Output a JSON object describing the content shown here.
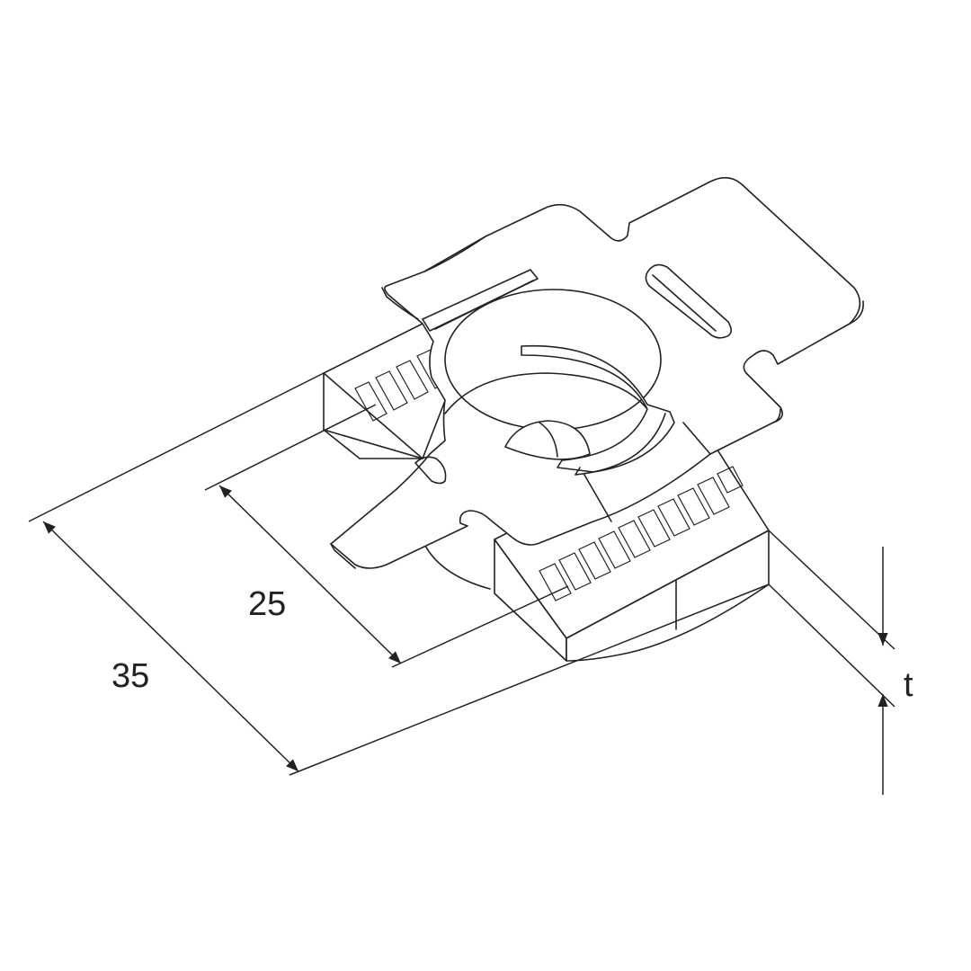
{
  "drawing": {
    "dimensions": {
      "outer_length": "35",
      "inner_length": "25",
      "thickness": "t"
    },
    "colors": {
      "line": "#222222",
      "background": "#ffffff"
    }
  }
}
